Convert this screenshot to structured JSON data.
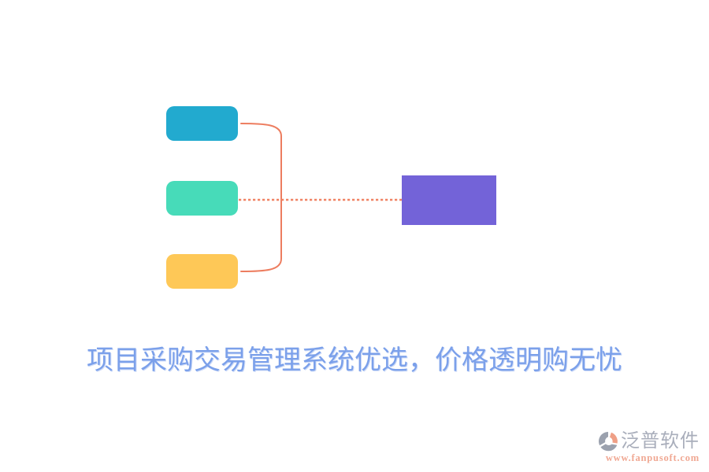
{
  "page": {
    "background": "#ffffff"
  },
  "diagram": {
    "sources": [
      {
        "id": "source-top",
        "color": "#22AACF"
      },
      {
        "id": "source-middle",
        "color": "#47DBB9"
      },
      {
        "id": "source-bottom",
        "color": "#FEC857"
      }
    ],
    "target": {
      "id": "target",
      "color": "#7363D8"
    },
    "connectors": {
      "bracket_color": "#ED7D5F",
      "dotted_color": "#F08365"
    }
  },
  "caption": {
    "text": "项目采购交易管理系统优选，价格透明购无忧",
    "color": "#7BA0EA"
  },
  "watermark": {
    "brand": "泛普软件",
    "url": "www.fanpusoft.com",
    "brand_color": "#A9AEBB",
    "url_color": "#F0A893",
    "logo_gray": "#9BA1AE",
    "logo_salmon": "#EF9F86"
  }
}
